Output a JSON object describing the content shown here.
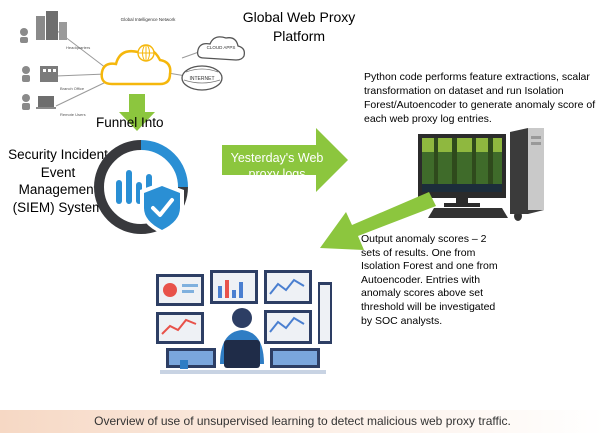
{
  "title": "Global Web Proxy Platform",
  "network": {
    "gin_label": "Global Intelligence Network",
    "cloud_apps": "CLOUD APPS",
    "internet": "INTERNET",
    "headquarters": "Headquarters",
    "branch_office": "Branch Office",
    "remote_users": "Remote Users"
  },
  "funnel_label": "Funnel Into",
  "siem_label": "Security Incident Event Management (SIEM) System",
  "arrow_label": "Yesterday's Web proxy logs",
  "python_description": "Python code performs feature extractions, scalar transformation on dataset and run Isolation Forest/Autoencoder to generate anomaly score of each web proxy log entries.",
  "output_description": "Output anomaly scores – 2 sets of results. One from Isolation Forest and one from Autoencoder. Entries with anomaly scores above set threshold will be investigated by SOC analysts.",
  "caption": "Overview of use of unsupervised learning to detect malicious web proxy traffic.",
  "colors": {
    "arrow_green": "#8cc63e",
    "siem_blue": "#2a8fd4",
    "dark_gray": "#38393d",
    "cloud_yellow": "#f5b70c",
    "caption_peach": "#f6d8c4"
  }
}
